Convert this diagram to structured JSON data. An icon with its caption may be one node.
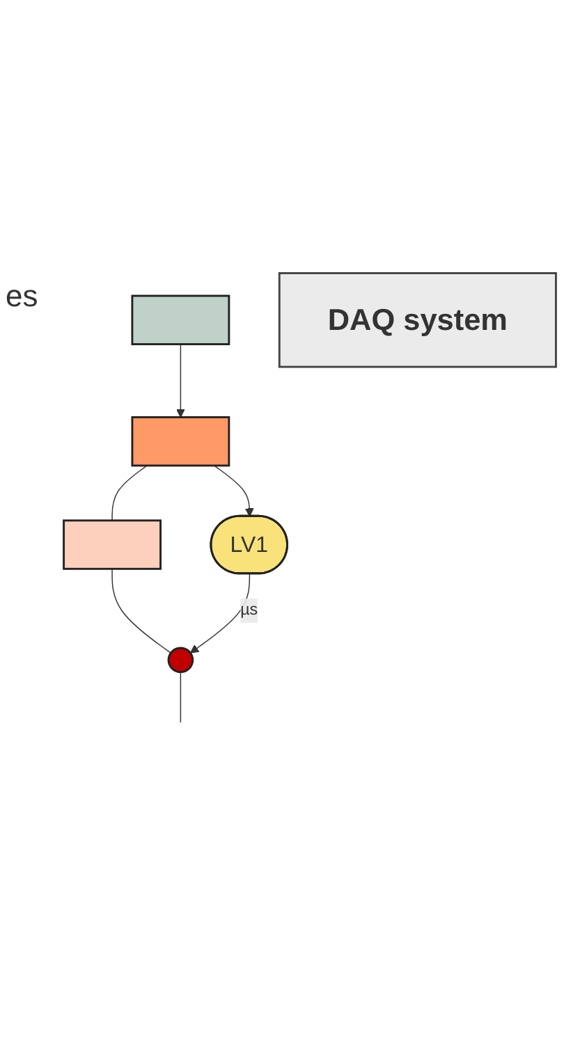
{
  "diagram": {
    "nodes": [
      {
        "text": [],
        "shape": "box"
      },
      {
        "text": [],
        "shape": "box"
      },
      {
        "text": [],
        "shape": "box"
      },
      {
        "text": [
          "LV1"
        ]
      },
      {
        "text": [],
        "shape": "circle"
      },
      {
        "text": [
          "DAQ system"
        ]
      }
    ],
    "edges": [
      {
        "from": 0,
        "to": 1,
        "arrow": "to"
      },
      {
        "from": 1,
        "to": 3,
        "arrow": "to"
      },
      {
        "from": 1,
        "to": 2,
        "arrow": "none"
      },
      {
        "from": 2,
        "to": 4,
        "arrow": "none"
      },
      {
        "from": 3,
        "to": 4,
        "arrow": "to",
        "label": "µs"
      },
      {
        "from": 4,
        "to": null,
        "arrow": "none"
      }
    ],
    "labels": [
      "es"
    ]
  }
}
